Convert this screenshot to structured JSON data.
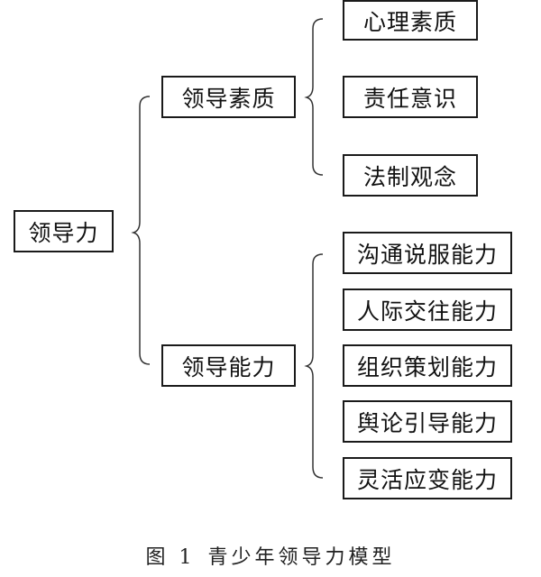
{
  "diagram": {
    "root": "领导力",
    "quality": {
      "label": "领导素质",
      "children": [
        "心理素质",
        "责任意识",
        "法制观念"
      ]
    },
    "ability": {
      "label": "领导能力",
      "children": [
        "沟通说服能力",
        "人际交往能力",
        "组织策划能力",
        "舆论引导能力",
        "灵活应变能力"
      ]
    }
  },
  "caption": {
    "figure_number": "图 1",
    "title": "青少年领导力模型"
  }
}
